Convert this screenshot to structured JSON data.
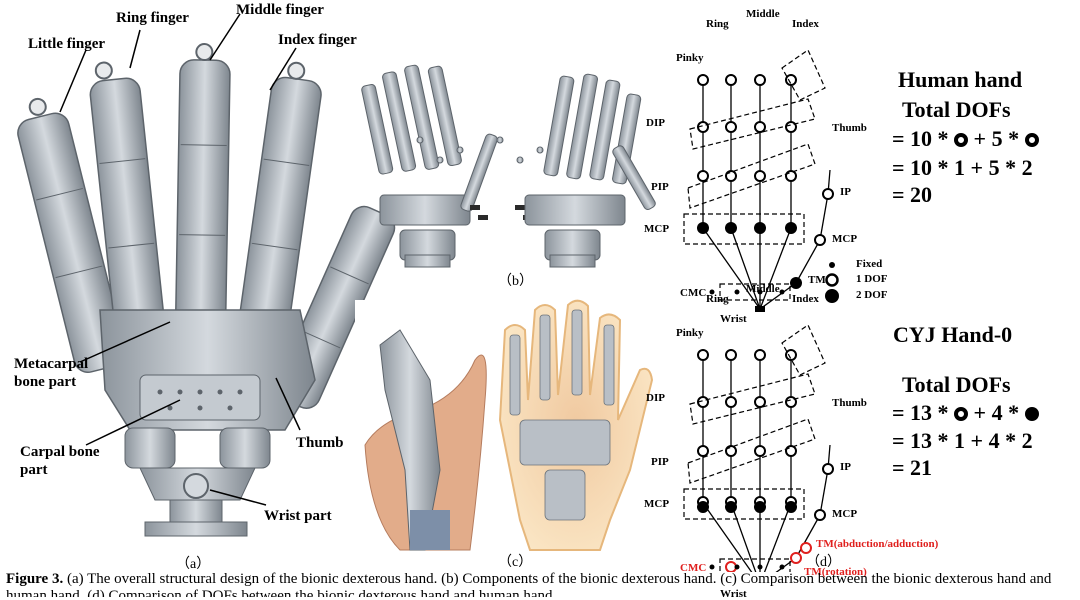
{
  "panel_a": {
    "labels": {
      "little_finger": "Little finger",
      "ring_finger": "Ring finger",
      "middle_finger": "Middle finger",
      "index_finger": "Index finger",
      "metacarpal": "Metacarpal bone part",
      "carpal": "Carpal bone part",
      "thumb": "Thumb",
      "wrist": "Wrist part"
    },
    "sub_label": "（a）"
  },
  "panel_b": {
    "sub_label": "（b）"
  },
  "panel_c": {
    "sub_label": "（c）"
  },
  "panel_d": {
    "sub_label": "（d）",
    "human": {
      "fingers": [
        "Pinky",
        "Ring",
        "Middle",
        "Index"
      ],
      "thumb": "Thumb",
      "joints": [
        "DIP",
        "PIP",
        "MCP",
        "CMC"
      ],
      "thumb_joints": [
        "IP",
        "MCP",
        "TM"
      ],
      "wrist": "Wrist",
      "legend": [
        "Fixed",
        "1 DOF",
        "2 DOF"
      ],
      "title1": "Human hand",
      "title2": "Total DOFs",
      "eq1a": "= 10 *",
      "eq1b": "+ 5 *",
      "eq2": "= 10 * 1 + 5 * 2",
      "eq3": "= 20"
    },
    "cyj": {
      "fingers": [
        "Pinky",
        "Ring",
        "Middle",
        "Index"
      ],
      "thumb": "Thumb",
      "joints": [
        "DIP",
        "PIP",
        "MCP",
        "CMC"
      ],
      "thumb_joints": [
        "IP",
        "MCP"
      ],
      "tm_abd": "TM(abduction/adduction)",
      "tm_rot": "TM(rotation)",
      "wrist": "Wrist",
      "title1": "CYJ Hand-0",
      "title2": "Total DOFs",
      "eq1a": "= 13 *",
      "eq1b": "+ 4 *",
      "eq2": "= 13 * 1 + 4 * 2",
      "eq3": "= 21"
    }
  },
  "caption": {
    "label": "Figure 3.",
    "text": " (a) The overall structural design of the bionic dexterous hand. (b) Components of the bionic dexterous hand. (c) Comparison between the bionic dexterous hand and human hand. (d) Comparison of DOFs between the bionic dexterous hand and human hand."
  },
  "colors": {
    "metal": "#b4bcc4",
    "metal_dark": "#6e7780",
    "accent_red": "#e0201e",
    "skin": "#e8b89a",
    "glow": "#f6d9a4"
  }
}
